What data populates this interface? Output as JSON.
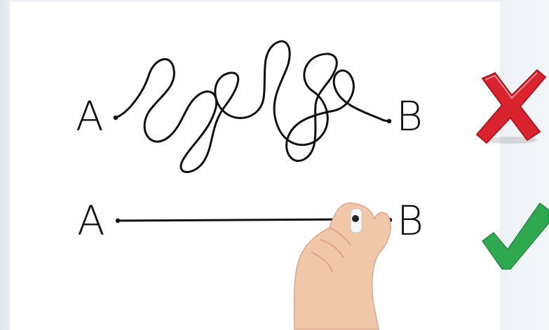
{
  "top_route": {
    "start_label": "A",
    "end_label": "B",
    "verdict_icon": "red-x-cross-icon",
    "verdict_color": "#d9232e"
  },
  "bottom_route": {
    "start_label": "A",
    "end_label": "B",
    "verdict_icon": "green-check-mark-icon",
    "verdict_color": "#2fa84f"
  },
  "colors": {
    "ink": "#111111",
    "board": "#ffffff",
    "background": "#edf1f6",
    "skin": "#f1c7aa"
  }
}
